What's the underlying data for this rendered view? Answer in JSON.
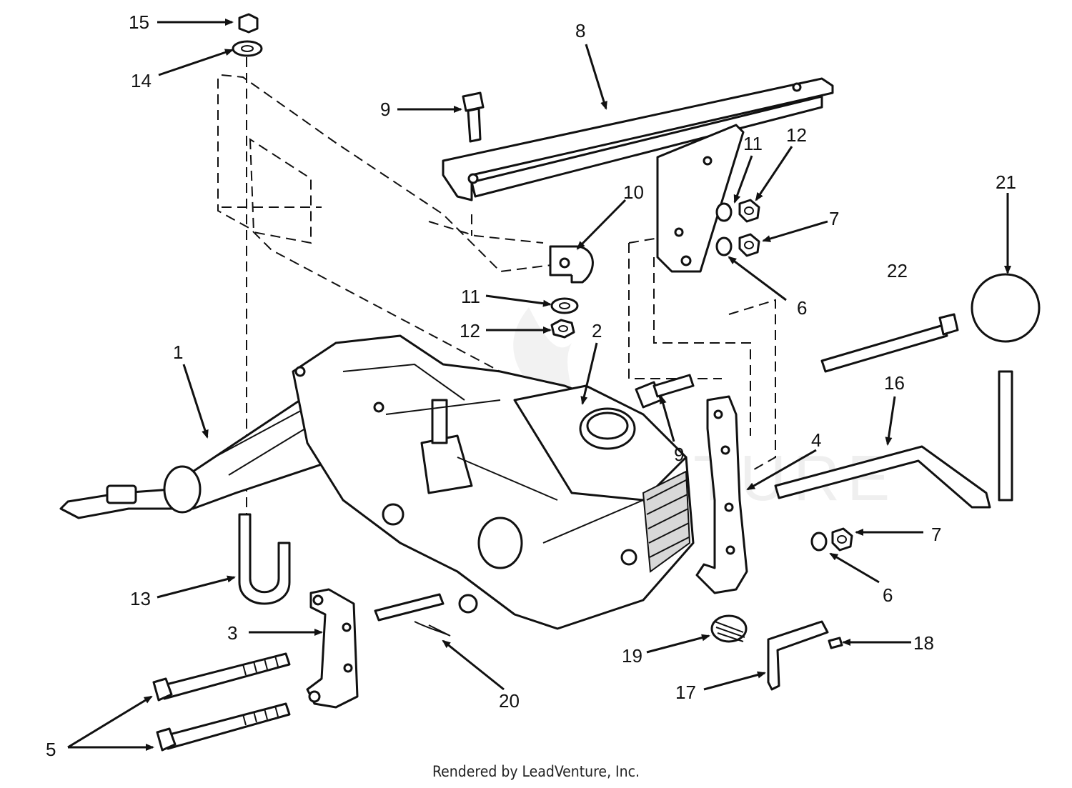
{
  "callouts": {
    "c1": "1",
    "c2": "2",
    "c3": "3",
    "c4": "4",
    "c5": "5",
    "c6a": "6",
    "c6b": "6",
    "c7a": "7",
    "c7b": "7",
    "c8": "8",
    "c9a": "9",
    "c9b": "9",
    "c10": "10",
    "c11a": "11",
    "c11b": "11",
    "c12a": "12",
    "c12b": "12",
    "c13": "13",
    "c14": "14",
    "c15": "15",
    "c16": "16",
    "c17": "17",
    "c18": "18",
    "c19": "19",
    "c20": "20",
    "c21": "21",
    "c22": "22"
  },
  "footer": {
    "credit": "Rendered by LeadVenture, Inc."
  }
}
